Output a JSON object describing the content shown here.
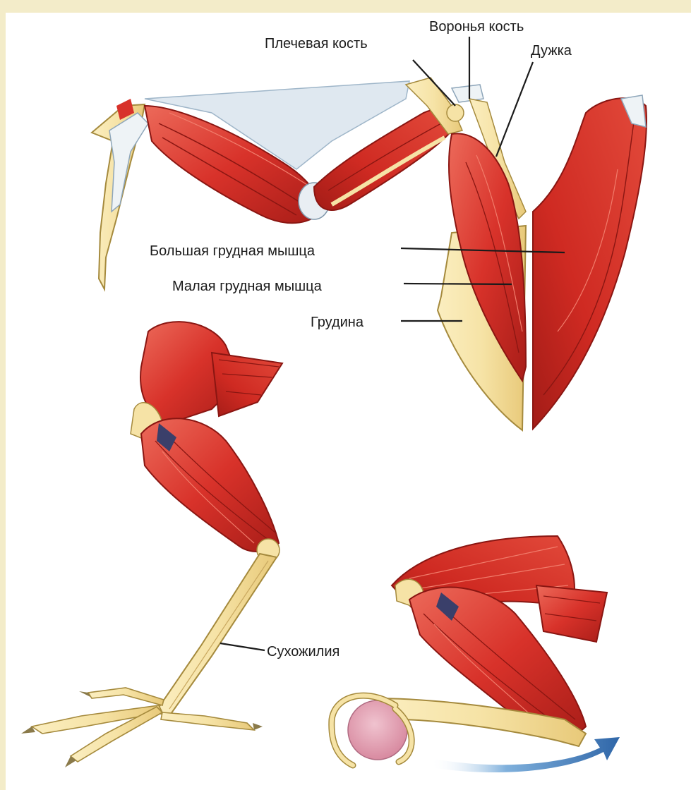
{
  "labels": {
    "humerus": "Плечевая кость",
    "coracoid": "Воронья кость",
    "furcula": "Дужка",
    "pectoralis_major": "Большая грудная мышца",
    "pectoralis_minor": "Малая грудная мышца",
    "sternum": "Грудина",
    "tendons": "Сухожилия"
  },
  "colors": {
    "background_frame": "#f3ecc9",
    "panel": "#ffffff",
    "muscle": "#d8322a",
    "muscle_dark": "#a81d18",
    "muscle_light": "#ec6a5a",
    "bone": "#f6e3a6",
    "tendon": "#dfe8f0",
    "arrow": "#3f79b8",
    "perch": "#e2a3b3"
  }
}
